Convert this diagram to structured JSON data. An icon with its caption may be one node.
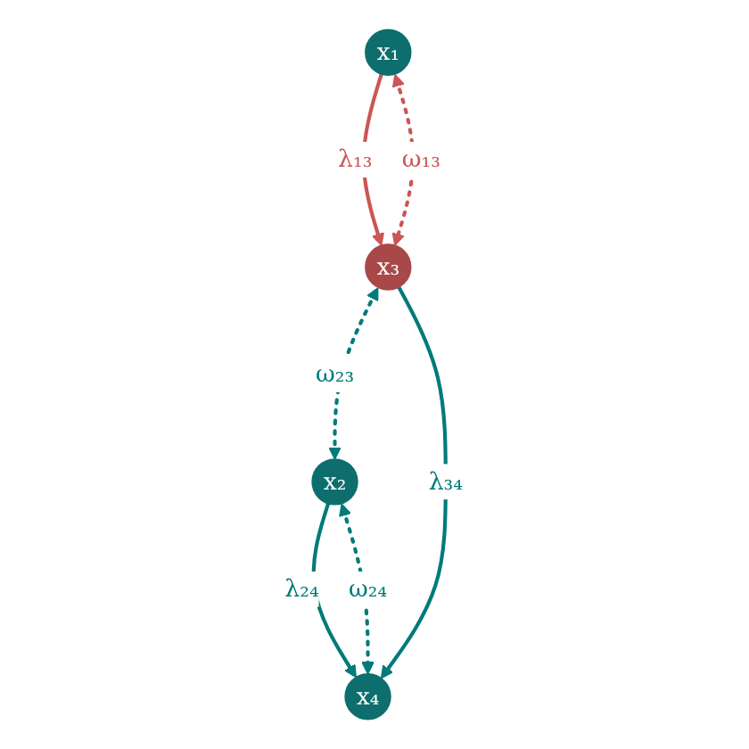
{
  "diagram": {
    "nodes": [
      {
        "text": [
          "x₁"
        ]
      },
      {
        "text": [
          "x₂"
        ]
      },
      {
        "text": [
          "x₃"
        ]
      },
      {
        "text": [
          "x₄"
        ]
      }
    ],
    "edges": [
      {
        "from": 0,
        "to": 2,
        "arrow": "to",
        "label": "λ₁₃",
        "color": "#cc5555"
      },
      {
        "from": 0,
        "to": 2,
        "arrow": "both",
        "label": "ω₁₃",
        "style": "dashed",
        "color": "#cc5555"
      },
      {
        "from": 2,
        "to": 1,
        "arrow": "both",
        "label": "ω₂₃",
        "style": "dashed"
      },
      {
        "from": 1,
        "to": 3,
        "arrow": "to",
        "label": "λ₂₄"
      },
      {
        "from": 1,
        "to": 3,
        "arrow": "both",
        "label": "ω₂₄",
        "style": "dashed"
      },
      {
        "from": 2,
        "to": 3,
        "arrow": "to",
        "label": "λ₃₄"
      }
    ]
  }
}
